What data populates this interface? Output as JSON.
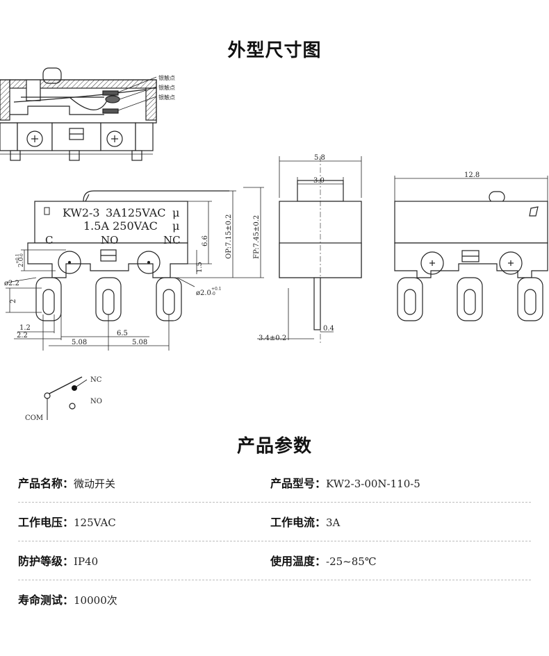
{
  "section_titles": {
    "dimensions": "外型尺寸图",
    "params": "产品参数"
  },
  "drawing": {
    "legend": [
      "银触点",
      "银触点",
      "银触点"
    ],
    "switch_text": {
      "model": "KW2-3",
      "rating1": "3A125VAC",
      "rating2": "1.5A  250VAC",
      "mu": "μ"
    },
    "terminals": {
      "c": "C",
      "no": "NO",
      "nc": "NC"
    },
    "dims": {
      "d_5_8": "5.8",
      "d_3_0": "3.0",
      "d_12_8": "12.8",
      "d_6_6": "6.6",
      "d_op": "OP:7.15±0.2",
      "d_fp": "FP:7.45±0.2",
      "d_1_5": "1.5",
      "d_2_0_tol": "2.0",
      "tol_plus": "+0.1",
      "tol_zero": "-0",
      "d_phi22": "ø2.2",
      "d_phi20": "ø2.0",
      "d_2": "2",
      "d_1_2": "1.2",
      "d_2_2": "2.2",
      "d_6_5": "6.5",
      "d_508a": "5.08",
      "d_508b": "5.08",
      "d_3_4": "3.4±0.2",
      "d_0_4": "0.4"
    },
    "schematic": {
      "nc": "NC",
      "no": "NO",
      "com": "COM"
    }
  },
  "specs": [
    {
      "label": "产品名称：",
      "value": "微动开关"
    },
    {
      "label": "产品型号：",
      "value": "KW2-3-00N-110-5"
    },
    {
      "label": "工作电压：",
      "value": "125VAC"
    },
    {
      "label": "工作电流：",
      "value": "3A"
    },
    {
      "label": "防护等级：",
      "value": "IP40"
    },
    {
      "label": "使用温度：",
      "value": "-25~85℃"
    },
    {
      "label": "寿命测试：",
      "value": "10000次"
    }
  ]
}
